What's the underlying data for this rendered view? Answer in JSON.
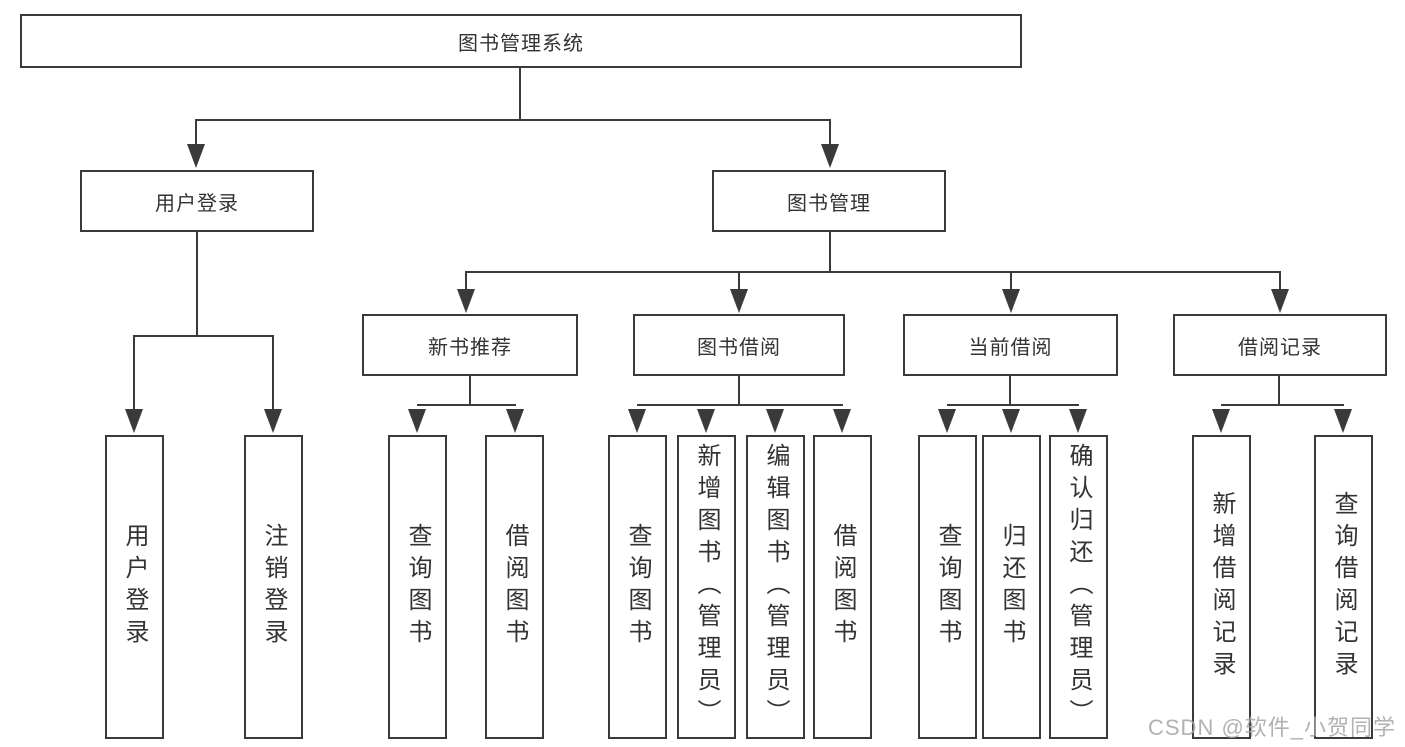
{
  "diagram": {
    "root": {
      "label": "图书管理系统",
      "children": [
        {
          "label": "用户登录",
          "children": [
            {
              "label": "用户登录"
            },
            {
              "label": "注销登录"
            }
          ]
        },
        {
          "label": "图书管理",
          "children": [
            {
              "label": "新书推荐",
              "children": [
                {
                  "label": "查询图书"
                },
                {
                  "label": "借阅图书"
                }
              ]
            },
            {
              "label": "图书借阅",
              "children": [
                {
                  "label": "查询图书"
                },
                {
                  "label": "新增图书（管理员）"
                },
                {
                  "label": "编辑图书（管理员）"
                },
                {
                  "label": "借阅图书"
                }
              ]
            },
            {
              "label": "当前借阅",
              "children": [
                {
                  "label": "查询图书"
                },
                {
                  "label": "归还图书"
                },
                {
                  "label": "确认归还（管理员）"
                }
              ]
            },
            {
              "label": "借阅记录",
              "children": [
                {
                  "label": "新增借阅记录"
                },
                {
                  "label": "查询借阅记录"
                }
              ]
            }
          ]
        }
      ]
    },
    "line_color": "#3a3a3a"
  },
  "watermark": "CSDN @软件_小贺同学"
}
